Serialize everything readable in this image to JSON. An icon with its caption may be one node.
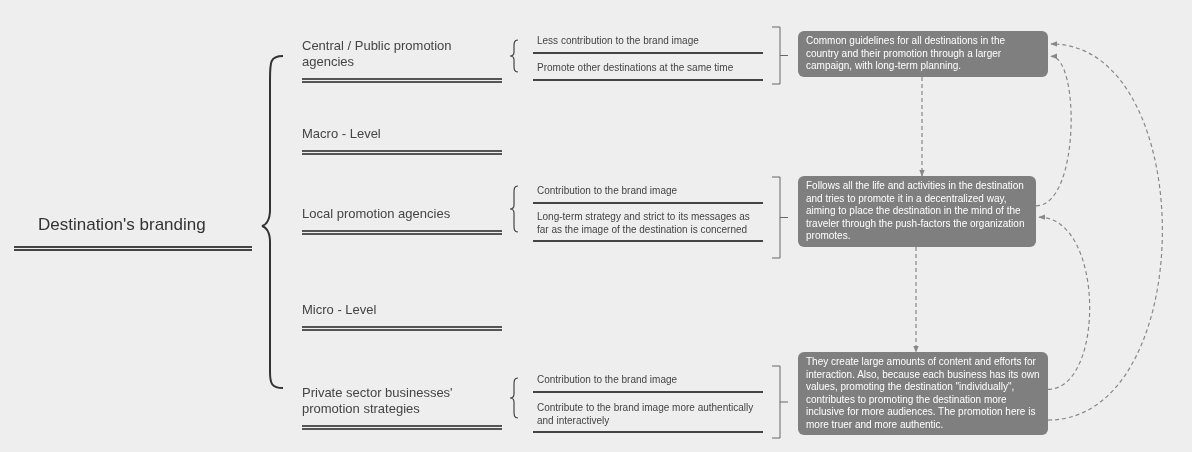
{
  "diagram": {
    "nodes": [
      {
        "text": [
          "Destination's branding"
        ]
      },
      {
        "text": [
          "Central / Public promotion agencies"
        ]
      },
      {
        "text": [
          "Macro - Level"
        ]
      },
      {
        "text": [
          "Local promotion agencies"
        ]
      },
      {
        "text": [
          "Micro - Level"
        ]
      },
      {
        "text": [
          "Private sector businesses' promotion strategies"
        ]
      },
      {
        "text": [
          "Less contribution to the brand image"
        ]
      },
      {
        "text": [
          "Promote other destinations at the same time"
        ]
      },
      {
        "text": [
          "Common guidelines for all destinations in the country and their promotion through a larger campaign, with long-term planning."
        ]
      },
      {
        "text": [
          "Contribution to the brand image"
        ]
      },
      {
        "text": [
          "Long-term strategy and strict to its messages as far as the image of the destination is concerned"
        ]
      },
      {
        "text": [
          "Follows all the life and activities in the destination and tries to promote it in a decentralized way, aiming to place the destination in the mind of the traveler through the push-factors the organization promotes."
        ]
      },
      {
        "text": [
          "Contribution to the brand image"
        ]
      },
      {
        "text": [
          "Contribute to the brand image more authentically and interactively"
        ]
      },
      {
        "text": [
          "They create large amounts of content and efforts for interaction. Also, because each business has its own values, promoting the destination \"individually\", contributes to promoting the destination more inclusive for more audiences. The promotion here is more truer and more authentic."
        ]
      }
    ],
    "edges": [
      {
        "from": 8,
        "to": 11,
        "arrow": "to",
        "style": "dashed"
      },
      {
        "from": 11,
        "to": 14,
        "arrow": "to",
        "style": "dashed"
      },
      {
        "from": 11,
        "to": 8,
        "arrow": "to",
        "style": "dashed"
      },
      {
        "from": 14,
        "to": 11,
        "arrow": "to",
        "style": "dashed"
      },
      {
        "from": 14,
        "to": 8,
        "arrow": "to",
        "style": "dashed"
      }
    ]
  }
}
